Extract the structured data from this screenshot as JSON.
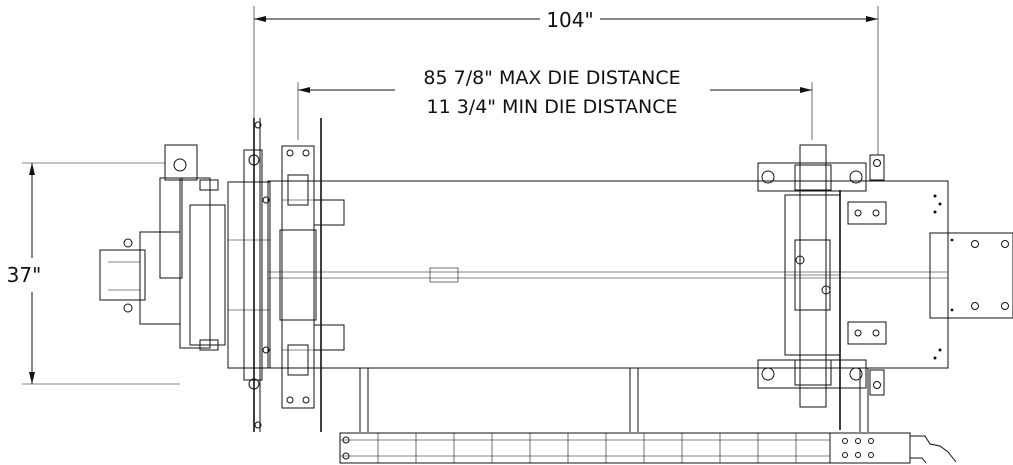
{
  "dimensions": {
    "overall_length": "104\"",
    "max_die_distance": "85 7/8\" MAX DIE DISTANCE",
    "min_die_distance": "11 3/4\" MIN DIE DISTANCE",
    "width": "37\""
  },
  "colors": {
    "line": "#111111",
    "background": "#ffffff"
  }
}
